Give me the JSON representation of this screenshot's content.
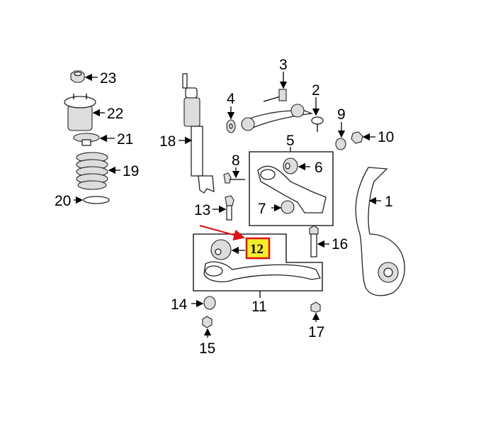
{
  "diagram": {
    "highlight": {
      "label": "12",
      "fill": "#f5ee2a",
      "border": "#e01010",
      "arrow_color": "#e01010"
    },
    "callouts": [
      "1",
      "2",
      "3",
      "4",
      "5",
      "6",
      "7",
      "8",
      "9",
      "10",
      "11",
      "12",
      "13",
      "14",
      "15",
      "16",
      "17",
      "18",
      "19",
      "20",
      "21",
      "22",
      "23"
    ]
  }
}
